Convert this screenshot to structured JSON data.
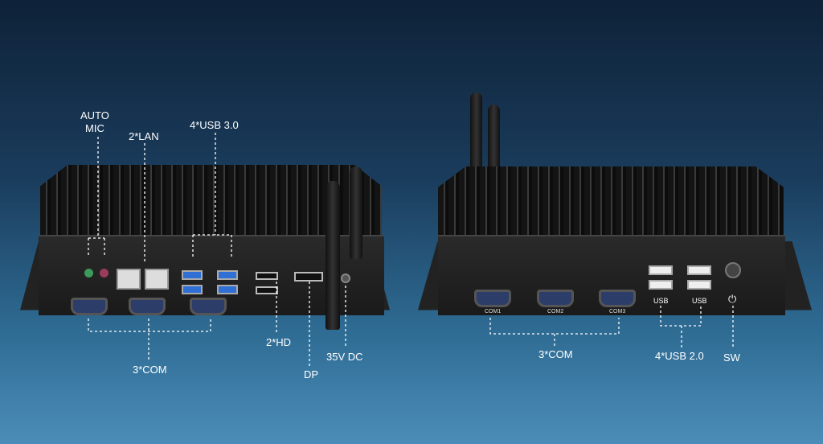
{
  "left_device": {
    "labels": {
      "auto_mic_1": "AUTO",
      "auto_mic_2": "MIC",
      "lan": "2*LAN",
      "usb3": "4*USB 3.0",
      "com": "3*COM",
      "hd": "2*HD",
      "dp": "DP",
      "dc": "35V DC"
    }
  },
  "right_device": {
    "ports": {
      "com1": "COM1",
      "com2": "COM2",
      "com3": "COM3",
      "usb_a": "USB",
      "usb_b": "USB"
    },
    "labels": {
      "com": "3*COM",
      "usb2": "4*USB 2.0",
      "sw": "SW"
    }
  },
  "colors": {
    "background_top": "#0e2238",
    "background_bottom": "#4b8db8",
    "usb3_blue": "#2f6fd6"
  }
}
